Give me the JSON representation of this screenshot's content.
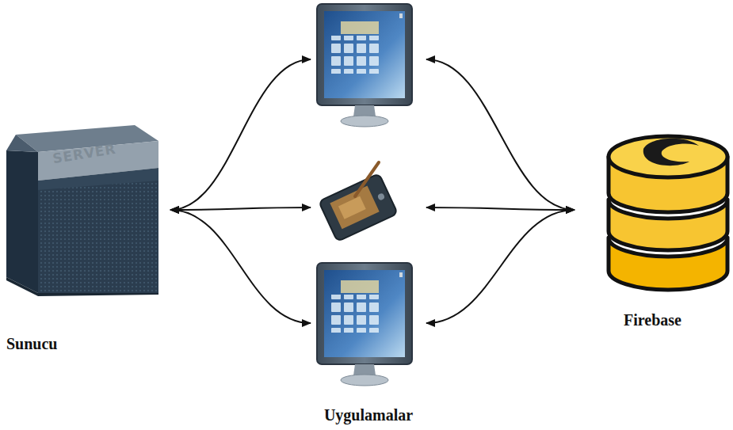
{
  "diagram": {
    "nodes": [
      {
        "text": [
          "Sunucu"
        ]
      },
      {
        "text": [
          "Uygulamalar"
        ]
      },
      {
        "text": [
          "Firebase"
        ]
      }
    ],
    "edges": [
      {
        "from": 0,
        "to": 1,
        "arrow": "both"
      },
      {
        "from": 1,
        "to": 2,
        "arrow": "both"
      }
    ],
    "labels": [
      "SERVER"
    ]
  }
}
